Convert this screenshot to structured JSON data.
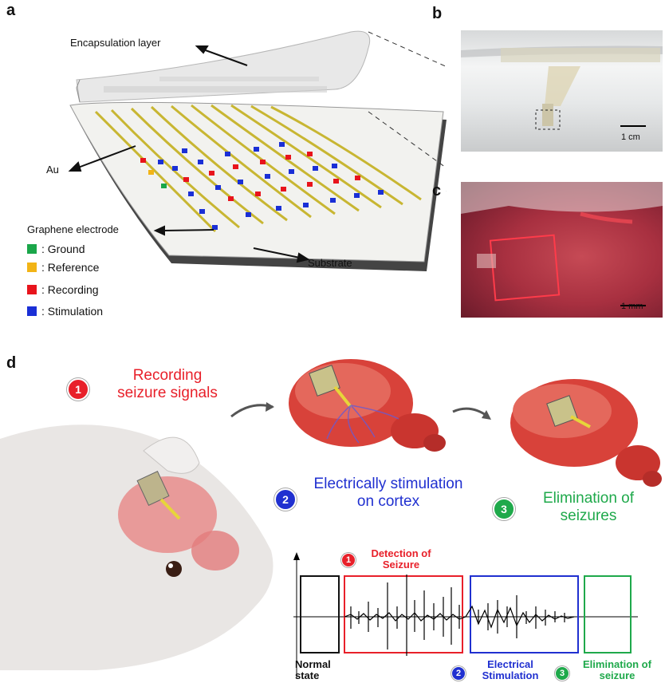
{
  "panels": {
    "a": {
      "letter": "a",
      "labels": {
        "encapsulation": "Encapsulation layer",
        "au": "Au",
        "graphene": "Graphene electrode",
        "substrate": "Substrate"
      },
      "legend": [
        {
          "text": ": Ground",
          "color": "#1aa64a"
        },
        {
          "text": ": Reference",
          "color": "#f2b416"
        },
        {
          "text": ": Recording",
          "color": "#e8141c"
        },
        {
          "text": ": Stimulation",
          "color": "#1a2fd6"
        }
      ]
    },
    "b": {
      "letter": "b",
      "scale": "1 cm"
    },
    "c": {
      "letter": "c",
      "scale": "1 mm"
    },
    "d": {
      "letter": "d",
      "steps": [
        {
          "num": "1",
          "text_line1": "Recording",
          "text_line2": "seizure signals",
          "color": "#e8202a"
        },
        {
          "num": "2",
          "text_line1": "Electrically stimulation",
          "text_line2": "on cortex",
          "color": "#2030d0"
        },
        {
          "num": "3",
          "text_line1": "Elimination of",
          "text_line2": "seizures",
          "color": "#1fa94b"
        }
      ],
      "signal_boxes": {
        "normal": {
          "line1": "Normal",
          "line2": "state",
          "color": "#111111"
        },
        "detection": {
          "num": "1",
          "line1": "Detection of",
          "line2": "Seizure",
          "color": "#e8202a"
        },
        "stimulation": {
          "num": "2",
          "line1": "Electrical",
          "line2": "Stimulation",
          "color": "#2030d0"
        },
        "elimination": {
          "num": "3",
          "line1": "Elimination of",
          "line2": "seizure",
          "color": "#1fa94b"
        }
      }
    }
  }
}
